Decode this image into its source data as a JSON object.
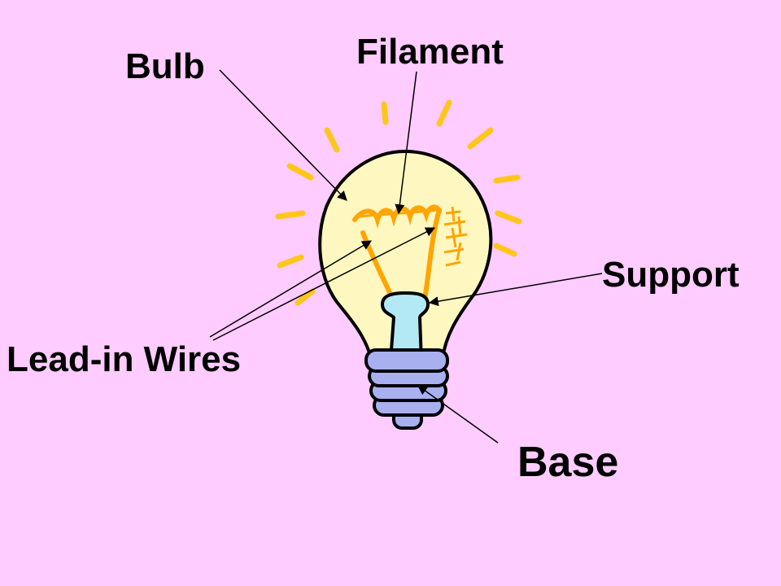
{
  "labels": {
    "bulb": "Bulb",
    "filament": "Filament",
    "support": "Support",
    "lead_in_wires": "Lead-in Wires",
    "base": "Base"
  },
  "colors": {
    "background": "#ffccff",
    "glass": "#fff7c0",
    "rays": "#ffc61a",
    "filament": "#ffa500",
    "stem": "#b3e8f5",
    "base": "#a8b0f0"
  }
}
